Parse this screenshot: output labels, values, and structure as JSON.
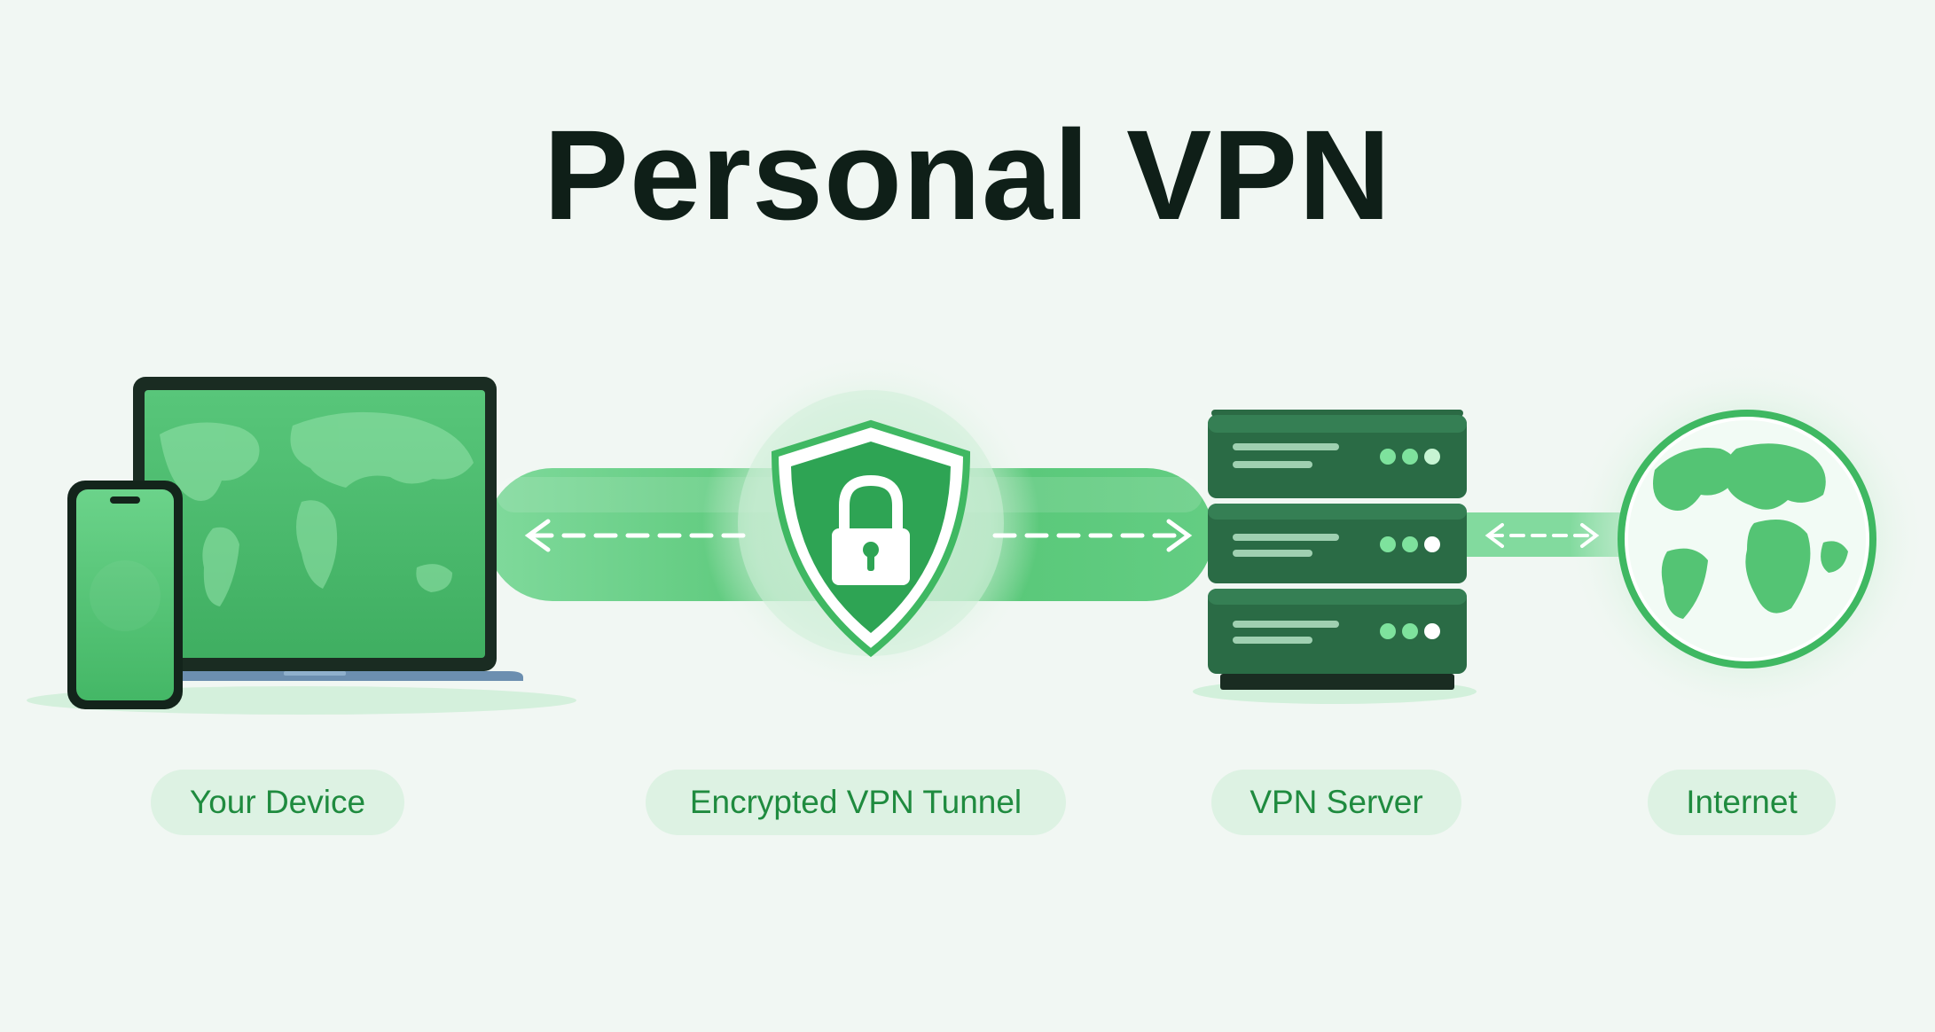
{
  "title": "Personal VPN",
  "labels": {
    "device": "Your Device",
    "tunnel": "Encrypted VPN Tunnel",
    "server": "VPN Server",
    "internet": "Internet"
  },
  "icons": {
    "laptop": "laptop-icon",
    "phone": "smartphone-icon",
    "shield": "shield-lock-icon",
    "server": "server-rack-icon",
    "globe": "globe-icon"
  },
  "colors": {
    "background": "#f1f7f3",
    "primary_green": "#2fb457",
    "light_green": "#4cc96f",
    "dark_green": "#1f5e38",
    "label_bg": "#ddf2e3",
    "label_text": "#1f8b3f",
    "title_text": "#0f1f18"
  }
}
